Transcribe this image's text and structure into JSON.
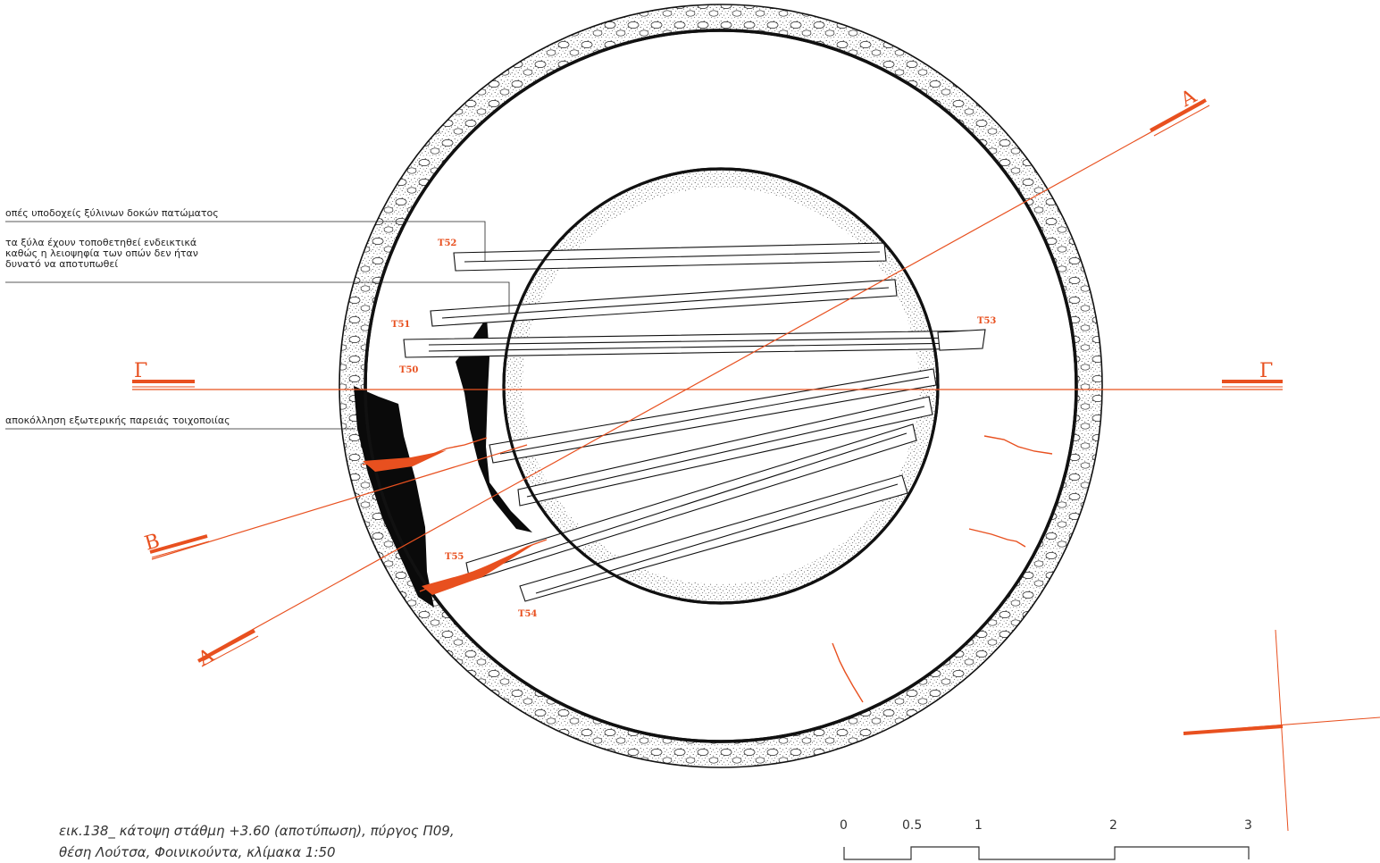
{
  "annotations": {
    "note_1": "οπές υποδοχείς ξύλινων δοκών πατώματος",
    "note_2_lines": [
      "τα ξύλα έχουν τοποθετηθεί ενδεικτικά",
      "καθώς η λειοψηφία των οπών δεν ήταν",
      "δυνατό να αποτυπωθεί"
    ],
    "note_3": "αποκόλληση εξωτερικής παρειάς τοιχοποιίας"
  },
  "beam_tags": {
    "t52": "T52",
    "t51": "T51",
    "t50": "T50",
    "t53": "T53",
    "t55": "T55",
    "t54": "T54"
  },
  "section_marks": {
    "a_top": "A",
    "a_bottom": "A",
    "gamma_left": "Γ",
    "gamma_right": "Γ",
    "b_left": "B"
  },
  "caption": {
    "line_1": "εικ.138_ κάτοψη στάθμη +3.60 (αποτύπωση), πύργος Π09,",
    "line_2": "θέση Λούτσα, Φοινικούντα, κλίμακα 1:50"
  },
  "scale_bar": {
    "labels": [
      "0",
      "0.5",
      "1",
      "2",
      "3"
    ]
  },
  "colors": {
    "accent": "#e8501f",
    "ink": "#111111"
  }
}
